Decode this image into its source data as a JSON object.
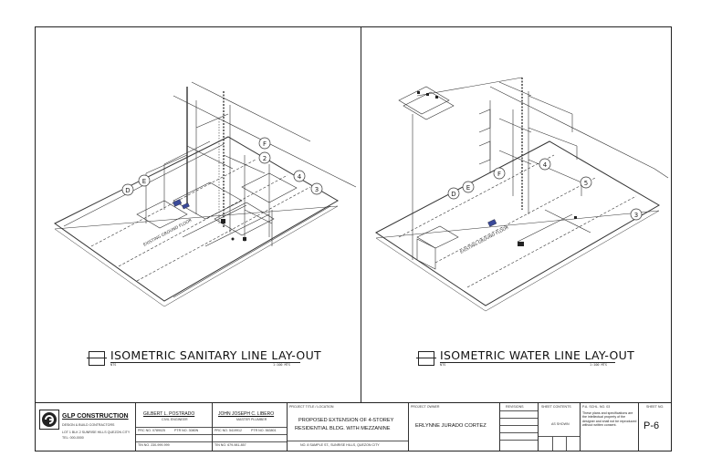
{
  "drawings": {
    "left": {
      "title": "ISOMETRIC SANITARY LINE LAY-OUT",
      "scale_left": "NTS",
      "scale_right": "1:100 MTS",
      "grid_labels": [
        "D",
        "E",
        "F",
        "4",
        "3",
        "2"
      ],
      "floor_label": "EXISTING GROUND FLOOR"
    },
    "right": {
      "title": "ISOMETRIC WATER LINE LAY-OUT",
      "scale_left": "NTS",
      "scale_right": "1:100 MTS",
      "grid_labels": [
        "D",
        "E",
        "F",
        "4",
        "5",
        "3"
      ],
      "floor_label": "EXISTING GROUND FLOOR"
    }
  },
  "title_block": {
    "company": {
      "name": "GLP CONSTRUCTION",
      "tagline": "DESIGN & BUILD CONTRACTORS",
      "address": "LOT 1 BLK 2 SUNRISE HILLS QUEZON CITY",
      "contact": "TEL: 000-0000"
    },
    "engineer_1": {
      "name": "GILBERT L. POSTRADO",
      "role": "CIVIL ENGINEER",
      "prc_label": "PRC NO.",
      "prc": "0789025",
      "ptr_label": "PTR NO.",
      "ptr": "3080N",
      "tin_label": "TIN NO.",
      "tin": "230-999-999"
    },
    "engineer_2": {
      "name": "JOHN JOSEPH C. LIBERO",
      "role": "MASTER PLUMBER",
      "prc_label": "PRC NO.",
      "prc": "5419912",
      "ptr_label": "PTR NO.",
      "ptr": "563801",
      "tin_label": "TIN NO.",
      "tin": "679-981-857"
    },
    "project_title_label": "PROJECT TITLE / LOCATION",
    "project_title_line1": "PROPOSED EXTENSION OF 4-STOREY",
    "project_title_line2": "RESIDENTIAL BLDG. WITH MEZZANINE",
    "project_location": "NO. 8 SAMPLE ST., SUNRISE HILLS, QUEZON CITY",
    "owner_label": "PROJECT OWNER",
    "owner": "ERLYNNE JURADO CORTEZ",
    "revisions_label": "REVISIONS",
    "sheet_contents_label": "SHEET CONTENTS",
    "sheet_contents": "AS SHOWN",
    "notes_label": "P.A. SCHL. NO. 03",
    "notes": "These plans and specifications are the intellectual property of the designer and shall not be reproduced without written consent.",
    "sheet_no_label": "SHEET NO.",
    "sheet_no": "P-6"
  }
}
